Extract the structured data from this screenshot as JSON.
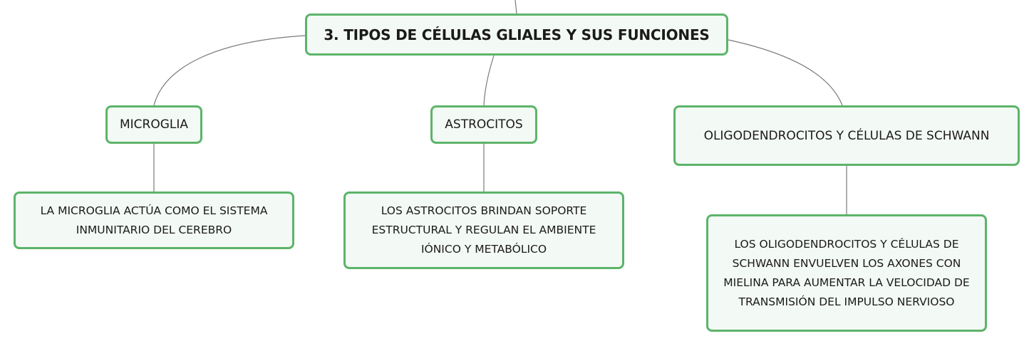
{
  "root": {
    "label": "3. TIPOS DE CÉLULAS GLIALES Y SUS FUNCIONES"
  },
  "branches": [
    {
      "label": "MICROGLIA",
      "detail_lines": [
        "LA MICROGLIA ACTÚA COMO EL SISTEMA",
        "INMUNITARIO DEL CEREBRO"
      ]
    },
    {
      "label": "ASTROCITOS",
      "detail_lines": [
        "LOS ASTROCITOS BRINDAN SOPORTE",
        "ESTRUCTURAL Y REGULAN EL AMBIENTE",
        "IÓNICO Y METABÓLICO"
      ]
    },
    {
      "label": "OLIGODENDROCITOS Y CÉLULAS DE SCHWANN",
      "detail_lines": [
        "LOS OLIGODENDROCITOS Y CÉLULAS DE",
        "SCHWANN ENVUELVEN LOS AXONES CON",
        "MIELINA PARA AUMENTAR LA VELOCIDAD DE",
        "TRANSMISIÓN DEL IMPULSO NERVIOSO"
      ]
    }
  ],
  "colors": {
    "node_border": "#5cb46a",
    "node_fill": "#f3f9f4",
    "connector": "#7a7a7a",
    "text": "#1a1a1a"
  }
}
